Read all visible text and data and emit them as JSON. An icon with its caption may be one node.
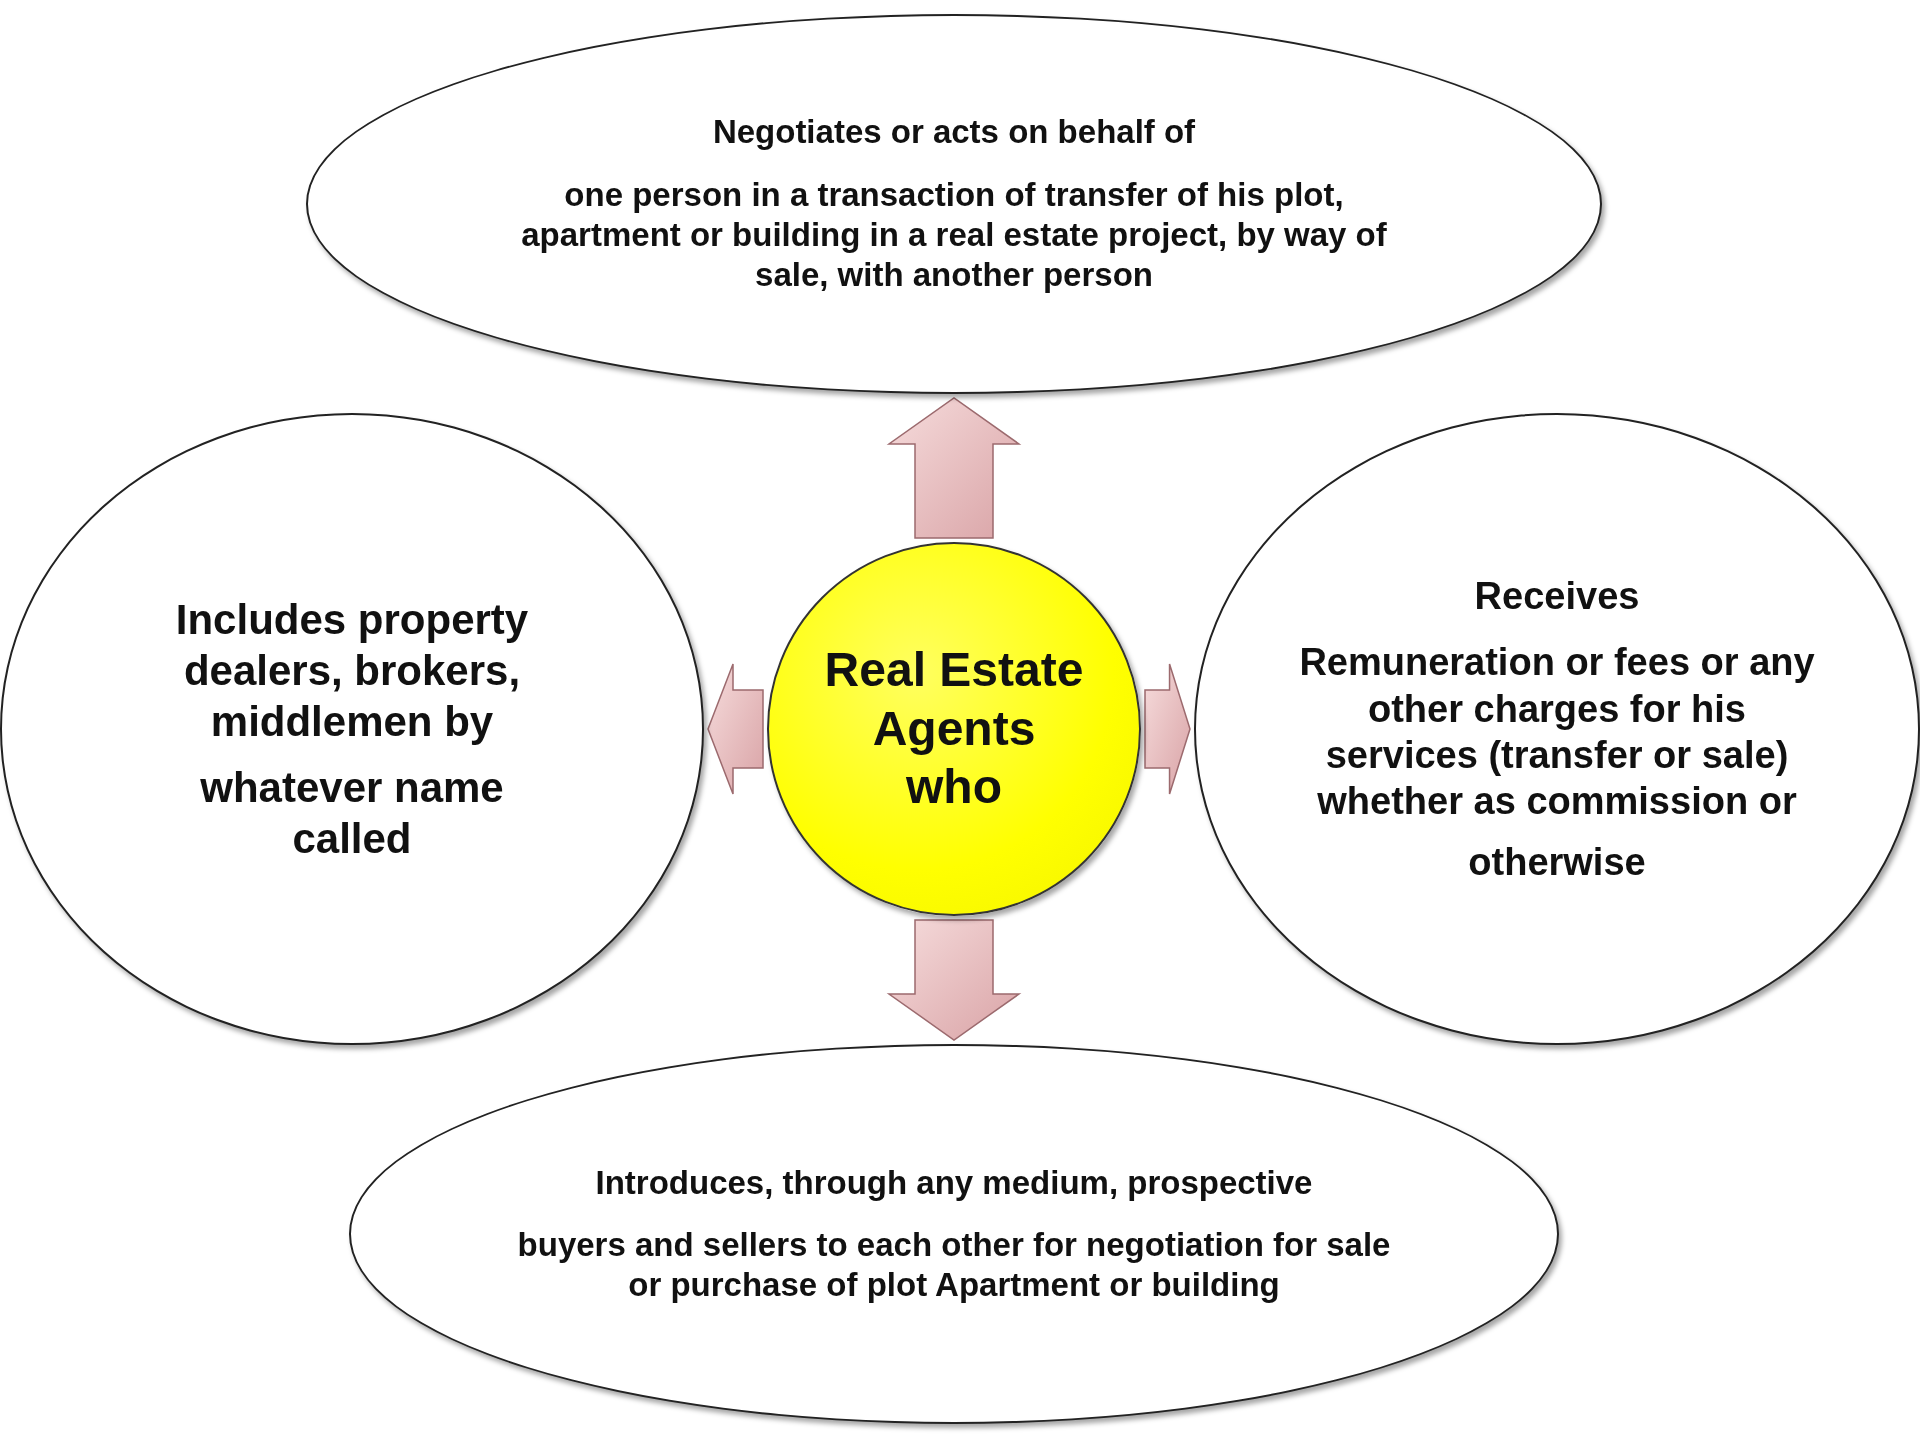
{
  "diagram": {
    "nodes": [
      {
        "text": [
          "Negotiates or acts on behalf of",
          "one person in a transaction of transfer of his plot, apartment or building in a real estate project, by way of sale, with another person"
        ]
      },
      {
        "text": [
          "Includes property dealers, brokers, middlemen by",
          "whatever name called"
        ]
      },
      {
        "text": [
          "Real Estate Agents who"
        ]
      },
      {
        "text": [
          "Receives",
          "Remuneration or fees or any other charges for his services (transfer or sale) whether as commission or",
          "otherwise"
        ]
      },
      {
        "text": [
          "Introduces, through any medium, prospective",
          "buyers and sellers to each other for negotiation for sale or purchase of plot Apartment or building"
        ]
      }
    ],
    "edges": [
      {
        "from": 2,
        "to": 0,
        "arrow": "to"
      },
      {
        "from": 2,
        "to": 1,
        "arrow": "to"
      },
      {
        "from": 2,
        "to": 3,
        "arrow": "to"
      },
      {
        "from": 2,
        "to": 4,
        "arrow": "to"
      }
    ]
  }
}
